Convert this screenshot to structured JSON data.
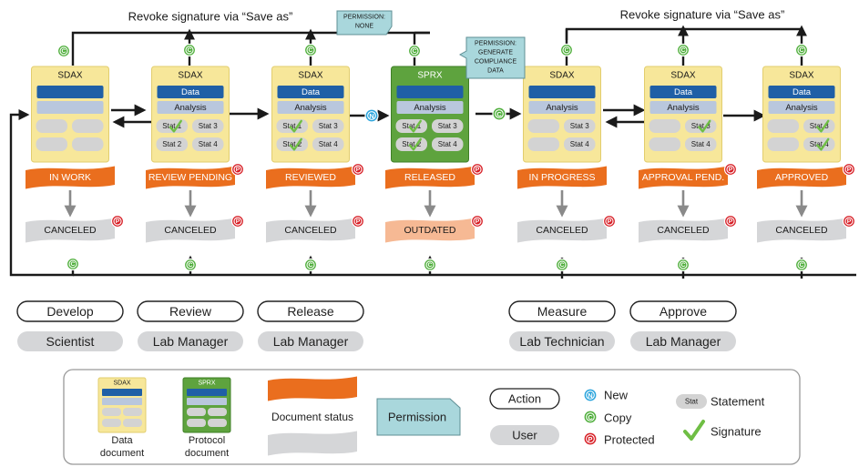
{
  "top_labels": {
    "left": "Revoke signature via “Save as”",
    "right": "Revoke signature via “Save as”"
  },
  "permissions": {
    "none": [
      "PERMISSION:",
      "NONE"
    ],
    "generate": [
      "PERMISSION:",
      "GENERATE",
      "COMPLIANCE",
      "DATA"
    ]
  },
  "markers": {
    "new": "N",
    "copy": "C",
    "protected": "P"
  },
  "documents": [
    {
      "kind": "data",
      "title": "SDAX",
      "data": "",
      "analysis": "",
      "stats": [
        "",
        "",
        "",
        ""
      ],
      "signatures": []
    },
    {
      "kind": "data",
      "title": "SDAX",
      "data": "Data",
      "analysis": "Analysis",
      "stats": [
        "Stat 1",
        "Stat 3",
        "Stat 2",
        "Stat 4"
      ],
      "signatures": [
        0
      ]
    },
    {
      "kind": "data",
      "title": "SDAX",
      "data": "Data",
      "analysis": "Analysis",
      "stats": [
        "Stat 1",
        "Stat 3",
        "Stat 2",
        "Stat 4"
      ],
      "signatures": [
        0,
        2
      ]
    },
    {
      "kind": "protocol",
      "title": "SPRX",
      "data": "",
      "analysis": "Analysis",
      "stats": [
        "Stat 1",
        "Stat 3",
        "Stat 2",
        "Stat 4"
      ],
      "signatures": [
        0,
        2
      ]
    },
    {
      "kind": "data",
      "title": "SDAX",
      "data": "",
      "analysis": "Analysis",
      "stats": [
        "",
        "Stat 3",
        "",
        "Stat 4"
      ],
      "signatures": []
    },
    {
      "kind": "data",
      "title": "SDAX",
      "data": "Data",
      "analysis": "Analysis",
      "stats": [
        "",
        "Stat 3",
        "",
        "Stat 4"
      ],
      "signatures": [
        1
      ]
    },
    {
      "kind": "data",
      "title": "SDAX",
      "data": "Data",
      "analysis": "Analysis",
      "stats": [
        "",
        "Stat 3",
        "",
        "Stat 4"
      ],
      "signatures": [
        1,
        3
      ]
    }
  ],
  "statuses": [
    {
      "label": "IN WORK",
      "protected": false
    },
    {
      "label": "REVIEW PENDING",
      "protected": true
    },
    {
      "label": "REVIEWED",
      "protected": true
    },
    {
      "label": "RELEASED",
      "protected": true
    },
    {
      "label": "IN PROGRESS",
      "protected": false
    },
    {
      "label": "APPROVAL PEND.",
      "protected": true
    },
    {
      "label": "APPROVED",
      "protected": true
    }
  ],
  "end_statuses": [
    {
      "label": "CANCELED",
      "kind": "canceled"
    },
    {
      "label": "CANCELED",
      "kind": "canceled"
    },
    {
      "label": "CANCELED",
      "kind": "canceled"
    },
    {
      "label": "OUTDATED",
      "kind": "outdated"
    },
    {
      "label": "CANCELED",
      "kind": "canceled"
    },
    {
      "label": "CANCELED",
      "kind": "canceled"
    },
    {
      "label": "CANCELED",
      "kind": "canceled"
    }
  ],
  "actions": [
    {
      "action": "Develop",
      "user": "Scientist"
    },
    {
      "action": "Review",
      "user": "Lab Manager"
    },
    {
      "action": "Release",
      "user": "Lab Manager"
    },
    {
      "action": "Measure",
      "user": "Lab Technician"
    },
    {
      "action": "Approve",
      "user": "Lab Manager"
    }
  ],
  "legend": {
    "data_doc_title": "SDAX",
    "protocol_doc_title": "SPRX",
    "data_doc_label": [
      "Data",
      "document"
    ],
    "protocol_doc_label": [
      "Protocol",
      "document"
    ],
    "doc_status_label": "Document status",
    "permission_label": "Permission",
    "action_label": "Action",
    "user_label": "User",
    "new_label": "New",
    "copy_label": "Copy",
    "protected_label": "Protected",
    "stat_chip": "Stat",
    "statement_label": "Statement",
    "signature_label": "Signature"
  },
  "colors": {
    "data_doc_fill": "#f7e79a",
    "protocol_doc_fill": "#5ea33e",
    "data_bar": "#1f5fa6",
    "analysis_bar": "#b9c7dd",
    "stat_chip": "#d3d3d3",
    "status_orange": "#ea6e1e",
    "status_gray": "#d5d6d8",
    "outdated": "#f6b994",
    "permission": "#a9d7dc",
    "new_marker": "#2aa4dc",
    "copy_marker": "#4eae3a",
    "protected_marker": "#d71f26",
    "signature": "#6fbe44"
  }
}
